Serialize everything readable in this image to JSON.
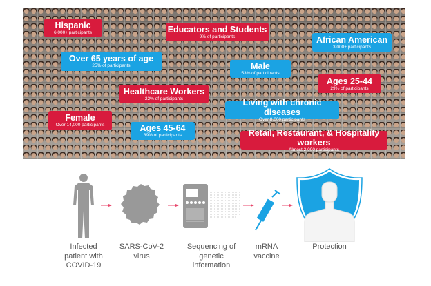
{
  "tags": [
    {
      "title": "Hispanic",
      "sub": "6,000+ participants",
      "color": "red"
    },
    {
      "title": "Educators and Students",
      "sub": "9% of participants",
      "color": "red"
    },
    {
      "title": "African American",
      "sub": "3,000+ participants",
      "color": "blue"
    },
    {
      "title": "Over 65 years of age",
      "sub": "25% of participants",
      "color": "blue"
    },
    {
      "title": "Male",
      "sub": "53% of participants",
      "color": "blue"
    },
    {
      "title": "Ages 25-44",
      "sub": "29% of participants",
      "color": "red"
    },
    {
      "title": "Healthcare Workers",
      "sub": "22% of participants",
      "color": "red"
    },
    {
      "title": "Living with chronic diseases",
      "sub": "Over 8,000 participants",
      "color": "blue"
    },
    {
      "title": "Female",
      "sub": "Over 14,000 participants",
      "color": "red"
    },
    {
      "title": "Ages 45-64",
      "sub": "39% of participants",
      "color": "blue"
    },
    {
      "title": "Retail, Restaurant, & Hospitality workers",
      "sub": "Almost 2,000 participants",
      "color": "red"
    }
  ],
  "steps": [
    {
      "label": "Infected patient with COVID-19",
      "icon": "person-icon"
    },
    {
      "label": "SARS-CoV-2 virus",
      "icon": "virus-icon"
    },
    {
      "label": "Sequencing of genetic information",
      "icon": "sequencer-icon"
    },
    {
      "label": "mRNA vaccine",
      "icon": "syringe-icon"
    },
    {
      "label": "Protection",
      "icon": "shield-person-icon"
    }
  ],
  "colors": {
    "red": "#d81b3d",
    "blue": "#1ba3e3",
    "arrow": "#e8466b",
    "grey": "#9a9a9a"
  }
}
